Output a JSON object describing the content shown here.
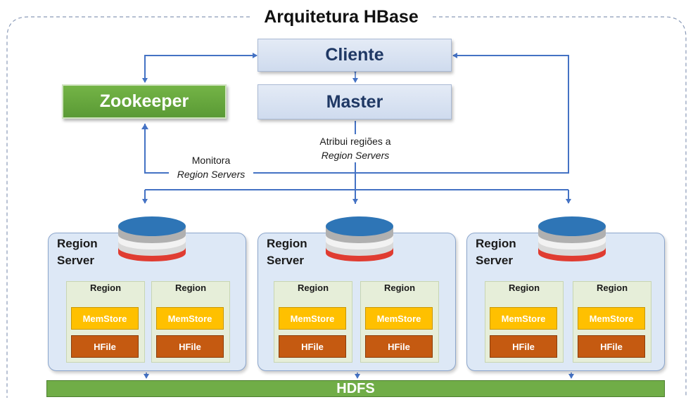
{
  "title": "Arquitetura HBase",
  "cliente": "Cliente",
  "master": "Master",
  "zookeeper": "Zookeeper",
  "hdfs": "HDFS",
  "notes": {
    "monitora_1": "Monitora",
    "monitora_2": "Region Servers",
    "atribui_1": "Atribui regiões a",
    "atribui_2": "Region Servers"
  },
  "region_servers": [
    {
      "label_1": "Region",
      "label_2": "Server",
      "regions": [
        {
          "label": "Region",
          "memstore": "MemStore",
          "hfile": "HFile"
        },
        {
          "label": "Region",
          "memstore": "MemStore",
          "hfile": "HFile"
        }
      ]
    },
    {
      "label_1": "Region",
      "label_2": "Server",
      "regions": [
        {
          "label": "Region",
          "memstore": "MemStore",
          "hfile": "HFile"
        },
        {
          "label": "Region",
          "memstore": "MemStore",
          "hfile": "HFile"
        }
      ]
    },
    {
      "label_1": "Region",
      "label_2": "Server",
      "regions": [
        {
          "label": "Region",
          "memstore": "MemStore",
          "hfile": "HFile"
        },
        {
          "label": "Region",
          "memstore": "MemStore",
          "hfile": "HFile"
        }
      ]
    }
  ],
  "colors": {
    "arrow": "#4472c4",
    "zookeeper": "#70ad47",
    "memstore": "#ffc000",
    "hfile": "#c55a11",
    "disk_top": "#2e75b6",
    "disk_bottom": "#e03c31"
  }
}
